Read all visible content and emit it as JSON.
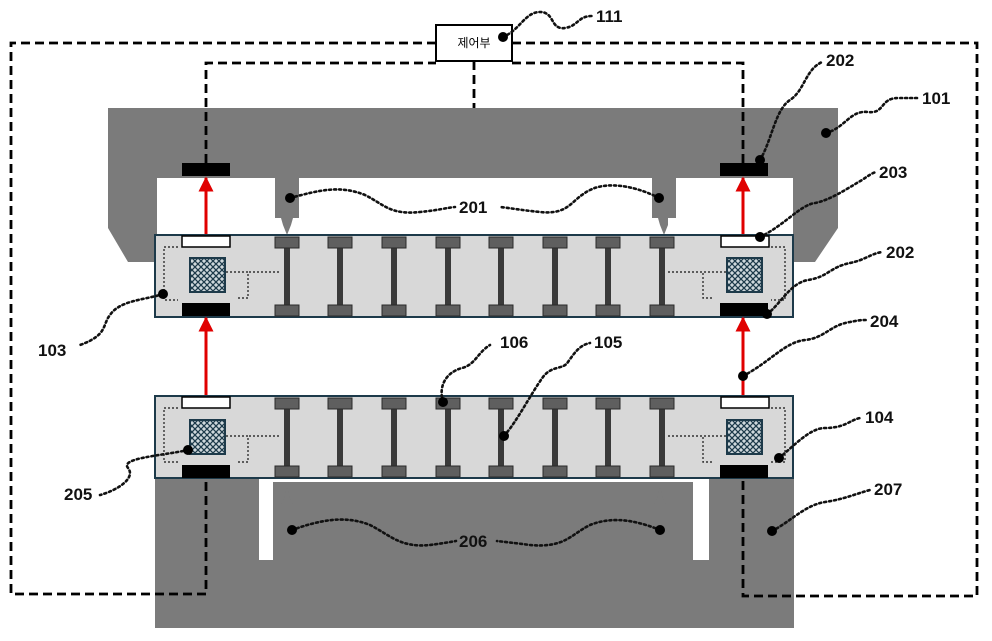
{
  "controller": {
    "label": "제어부"
  },
  "labels": {
    "l111": "111",
    "l101": "101",
    "l202a": "202",
    "l203": "203",
    "l202b": "202",
    "l201": "201",
    "l204": "204",
    "l103": "103",
    "l106": "106",
    "l105": "105",
    "l104": "104",
    "l205": "205",
    "l207": "207",
    "l206": "206"
  },
  "colors": {
    "mold": "#7b7b7b",
    "plate": "#d8d8d8",
    "plate_border": "#1d3a4a",
    "pin": "#5f5f5f",
    "arrow": "#e00000",
    "sensor": "#000000"
  }
}
